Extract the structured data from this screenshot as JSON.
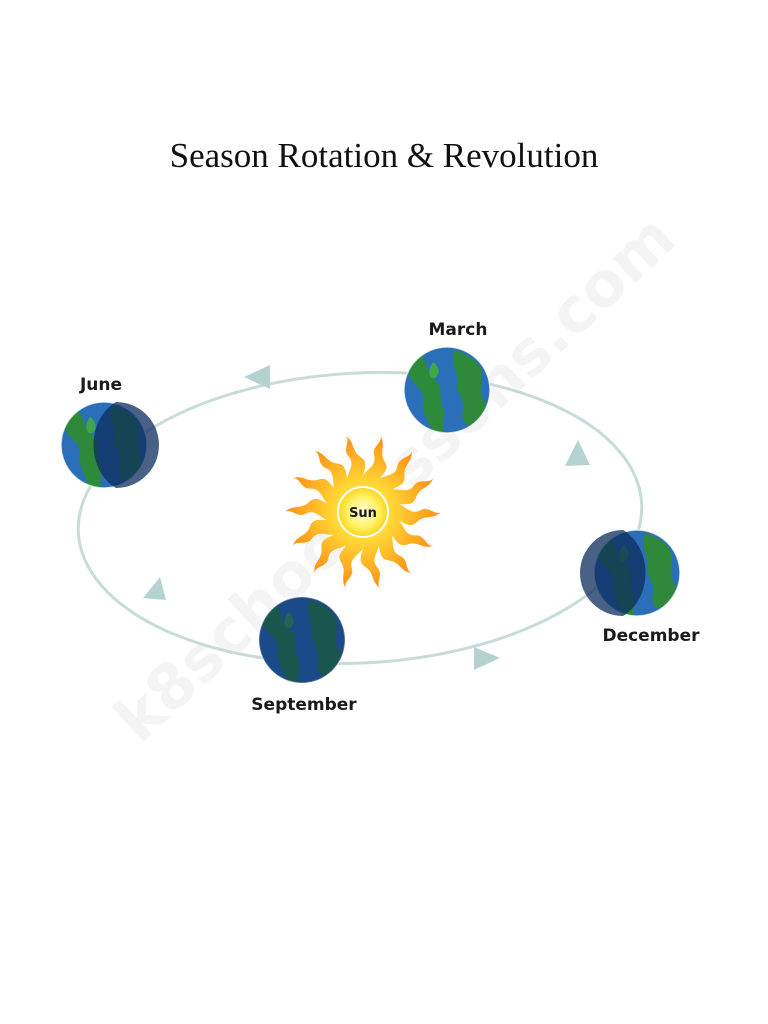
{
  "title": "Season Rotation & Revolution",
  "sun": {
    "label": "Sun"
  },
  "orbit_points": [
    {
      "id": "march",
      "label": "March"
    },
    {
      "id": "june",
      "label": "June"
    },
    {
      "id": "september",
      "label": "September"
    },
    {
      "id": "december",
      "label": "December"
    }
  ],
  "watermark": "k8schoollessons.com",
  "colors": {
    "orbit": "#c7dcda",
    "arrow": "#b4d3d0",
    "ocean_light": "#2a6fb8",
    "ocean_dark": "#0d2c5e",
    "land": "#2e8a3a",
    "sun_core": "#ffea3a",
    "sun_ray_outer": "#ff9a1a"
  }
}
